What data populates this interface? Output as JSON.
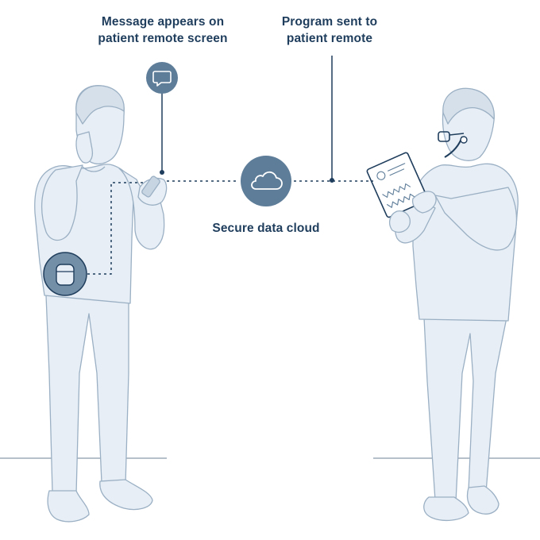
{
  "captions": {
    "message": [
      "Message appears on",
      "patient remote screen"
    ],
    "program": [
      "Program sent to",
      "patient remote"
    ],
    "cloud": "Secure data cloud"
  },
  "icons": {
    "message": "chat-bubble-icon",
    "cloud": "cloud-icon",
    "device": "implanted-device-icon"
  },
  "colors": {
    "navy": "#1f3d5c",
    "slate": "#5e7d99",
    "figure_fill": "#e7eef5",
    "figure_stroke": "#9bb0c4"
  }
}
